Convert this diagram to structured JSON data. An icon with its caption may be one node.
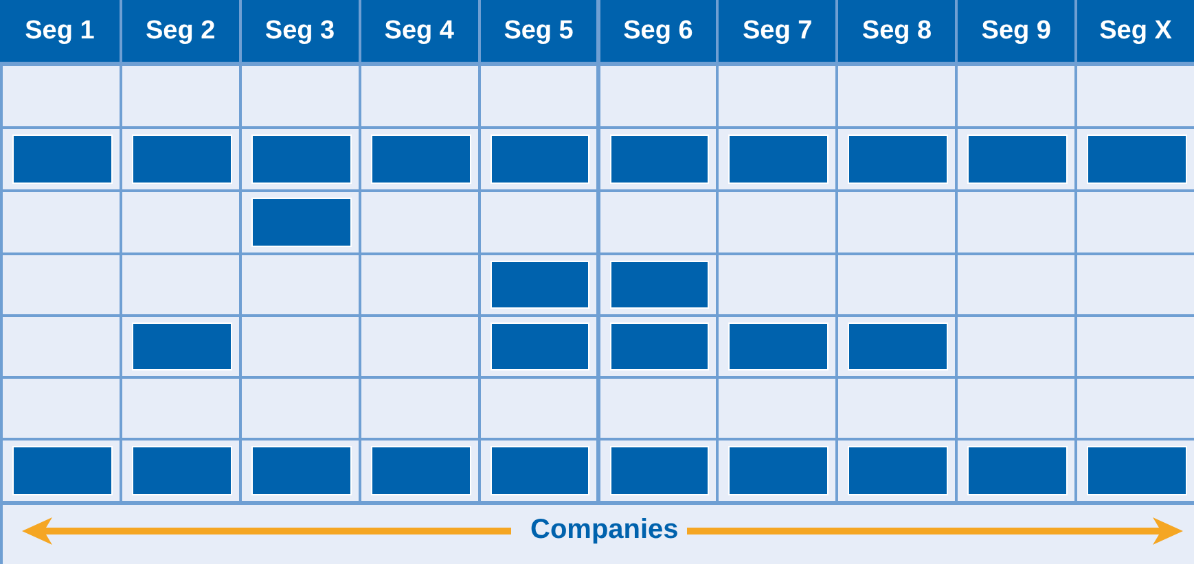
{
  "diagram": {
    "labels": [
      "Seg 1",
      "Seg 2",
      "Seg 3",
      "Seg 4",
      "Seg 5",
      "Seg 6",
      "Seg 7",
      "Seg 8",
      "Seg 9",
      "Seg X",
      "Companies"
    ]
  }
}
